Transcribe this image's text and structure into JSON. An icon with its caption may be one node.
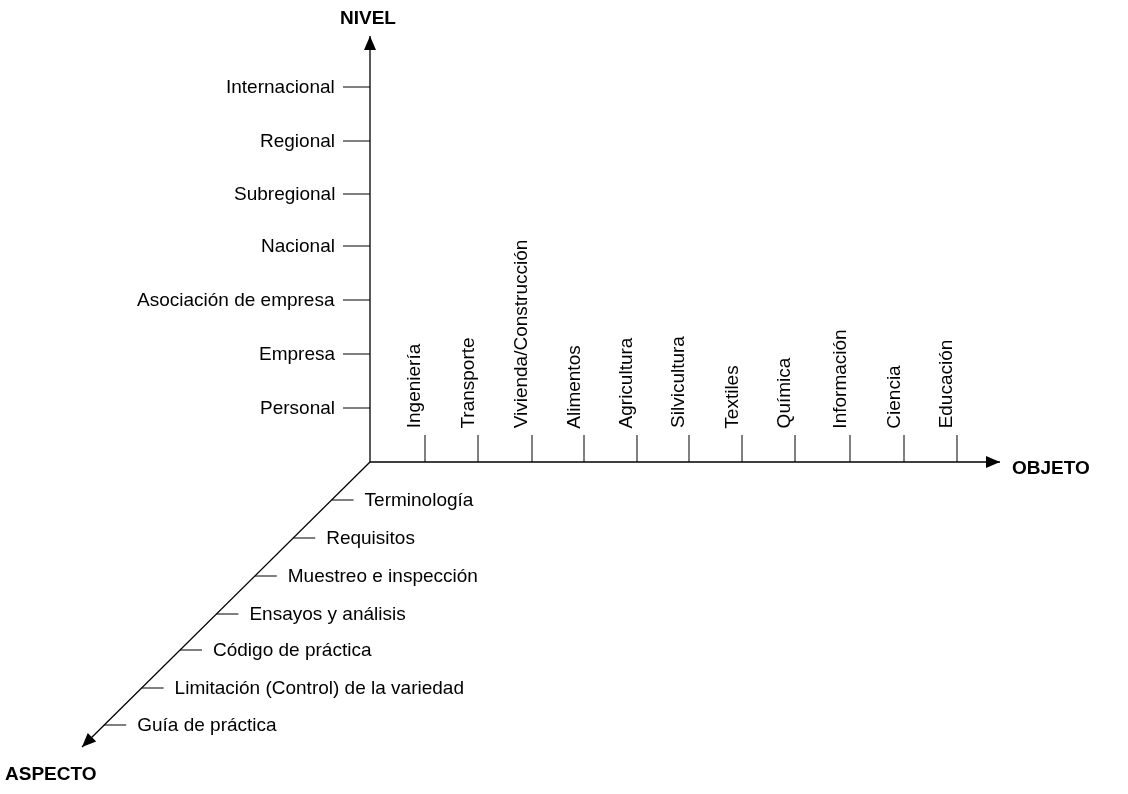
{
  "diagram": {
    "labels": [
      "NIVEL",
      "Internacional",
      "Regional",
      "Subregional",
      "Nacional",
      "Asociación de empresa",
      "Empresa",
      "Personal",
      "Ingeniería",
      "Transporte",
      "Vivienda/Construcción",
      "Alimentos",
      "Agricultura",
      "Silvicultura",
      "Textiles",
      "Química",
      "Información",
      "Ciencia",
      "Educación",
      "OBJETO",
      "Terminología",
      "Requisitos",
      "Muestreo e inspección",
      "Ensayos y análisis",
      "Código de práctica",
      "Limitación (Control) de la variedad",
      "Guía de práctica",
      "ASPECTO"
    ]
  }
}
